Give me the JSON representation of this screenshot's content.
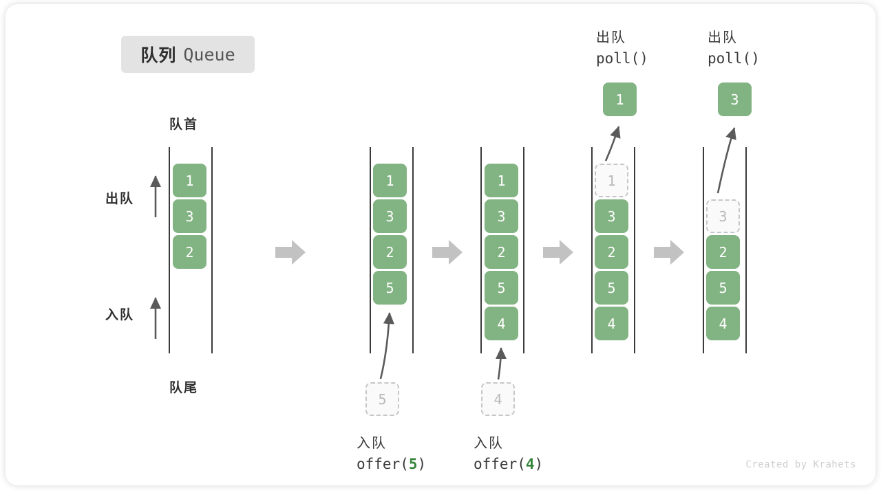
{
  "title": {
    "cn": "队列",
    "en": "Queue"
  },
  "labels": {
    "front": "队首",
    "rear": "队尾",
    "dequeue_side": "出队",
    "enqueue_side": "入队"
  },
  "watermark": "Created by Krahets",
  "colors": {
    "element_green": "#82b382",
    "ghost_fill": "#fafafa",
    "ghost_border": "#c6c6c6",
    "rail": "#3a3a3a",
    "step_arrow": "#c2c2c2",
    "chip_bg": "#e3e3e3",
    "arg_green": "#35853a",
    "text_dark": "#2e2e2e"
  },
  "steps": [
    {
      "id": "step-1-initial",
      "elements": [
        {
          "value": "1",
          "state": "filled"
        },
        {
          "value": "3",
          "state": "filled"
        },
        {
          "value": "2",
          "state": "filled"
        }
      ],
      "caption_cn": "",
      "caption_code": "",
      "header_cn": "",
      "header_code": ""
    },
    {
      "id": "step-2-offer-5",
      "elements": [
        {
          "value": "1",
          "state": "filled"
        },
        {
          "value": "3",
          "state": "filled"
        },
        {
          "value": "2",
          "state": "filled"
        },
        {
          "value": "5",
          "state": "filled"
        }
      ],
      "incoming": {
        "value": "5"
      },
      "caption_cn": "入队",
      "caption_code": "offer(5)",
      "caption_code_prefix": "offer(",
      "caption_code_arg": "5",
      "caption_code_suffix": ")"
    },
    {
      "id": "step-3-offer-4",
      "elements": [
        {
          "value": "1",
          "state": "filled"
        },
        {
          "value": "3",
          "state": "filled"
        },
        {
          "value": "2",
          "state": "filled"
        },
        {
          "value": "5",
          "state": "filled"
        },
        {
          "value": "4",
          "state": "filled"
        }
      ],
      "incoming": {
        "value": "4"
      },
      "caption_cn": "入队",
      "caption_code": "offer(4)",
      "caption_code_prefix": "offer(",
      "caption_code_arg": "4",
      "caption_code_suffix": ")"
    },
    {
      "id": "step-4-poll-1",
      "elements": [
        {
          "value": "1",
          "state": "ghost"
        },
        {
          "value": "3",
          "state": "filled"
        },
        {
          "value": "2",
          "state": "filled"
        },
        {
          "value": "5",
          "state": "filled"
        },
        {
          "value": "4",
          "state": "filled"
        }
      ],
      "outgoing": {
        "value": "1"
      },
      "header_cn": "出队",
      "header_code": "poll()"
    },
    {
      "id": "step-5-poll-3",
      "elements": [
        {
          "value": "3",
          "state": "ghost"
        },
        {
          "value": "2",
          "state": "filled"
        },
        {
          "value": "5",
          "state": "filled"
        },
        {
          "value": "4",
          "state": "filled"
        }
      ],
      "outgoing": {
        "value": "3"
      },
      "header_cn": "出队",
      "header_code": "poll()"
    }
  ]
}
